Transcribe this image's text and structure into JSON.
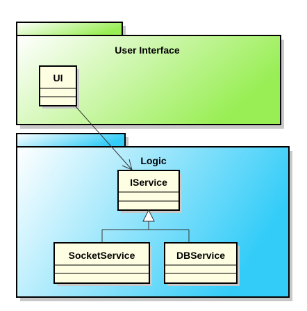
{
  "packages": {
    "ui": {
      "name": "User Interface",
      "gradient": [
        "#ffffff",
        "#99ee55"
      ]
    },
    "logic": {
      "name": "Logic",
      "gradient": [
        "#ffffff",
        "#33ccf8"
      ]
    }
  },
  "classes": {
    "ui": {
      "name": "UI"
    },
    "iservice": {
      "name": "IService"
    },
    "socket": {
      "name": "SocketService"
    },
    "db": {
      "name": "DBService"
    }
  },
  "colors": {
    "class_fill": "#fefee2",
    "stroke": "#000000",
    "shadow": "#c8c8c8",
    "connector": "#333333"
  }
}
